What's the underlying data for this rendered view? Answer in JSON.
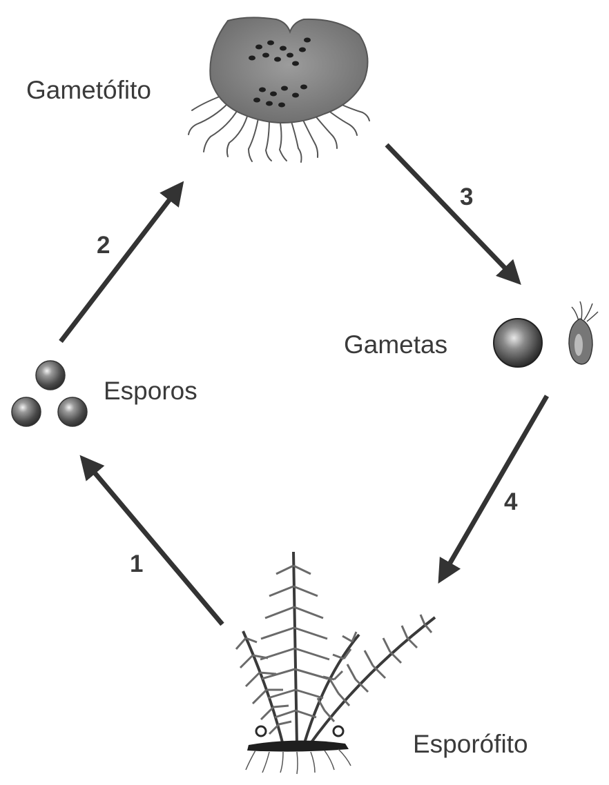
{
  "labels": {
    "gametofito": "Gametófito",
    "gametas": "Gametas",
    "esporos": "Esporos",
    "esporofito": "Esporófito"
  },
  "steps": [
    "1",
    "2",
    "3",
    "4"
  ],
  "colors": {
    "arrow": "#333333",
    "text": "#3a3a3a",
    "thallus": "#8a8a8a",
    "sphere": "#5a5a5a"
  }
}
